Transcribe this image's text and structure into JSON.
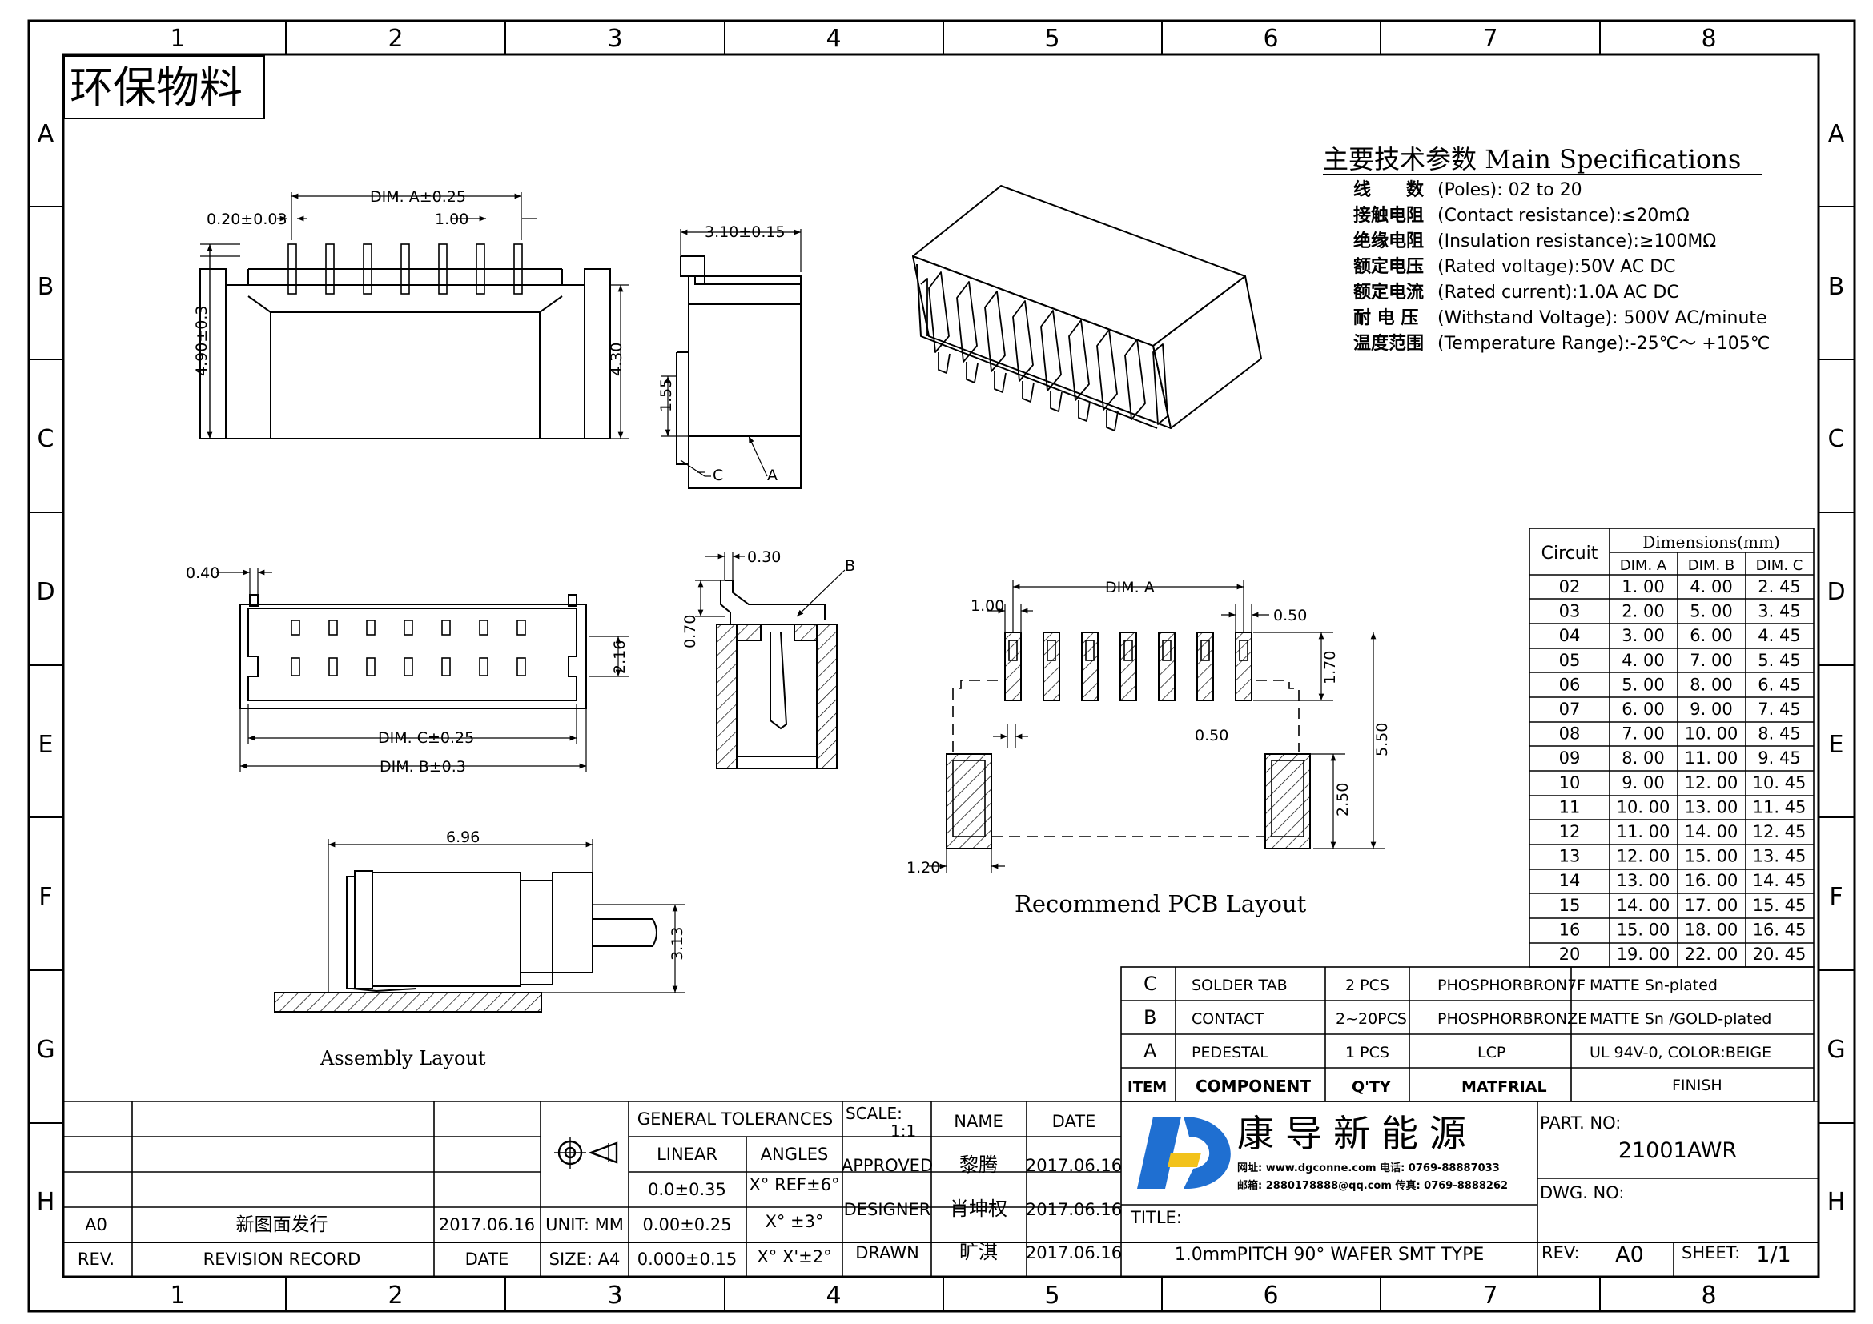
{
  "header": {
    "badge": "环保物料",
    "col_labels": [
      "1",
      "2",
      "3",
      "4",
      "5",
      "6",
      "7",
      "8"
    ],
    "row_labels": [
      "A",
      "B",
      "C",
      "D",
      "E",
      "F",
      "G",
      "H"
    ]
  },
  "specs": {
    "title": "主要技术参数 Main Specifications",
    "items": [
      {
        "cn": "线　　数",
        "en": "(Poles): 02 to 20"
      },
      {
        "cn": "接触电阻",
        "en": "(Contact resistance):≤20mΩ"
      },
      {
        "cn": "绝缘电阻",
        "en": "(Insulation resistance):≥100MΩ"
      },
      {
        "cn": "额定电压",
        "en": "(Rated voltage):50V AC DC"
      },
      {
        "cn": "额定电流",
        "en": "(Rated current):1.0A AC DC"
      },
      {
        "cn": "耐 电 压",
        "en": "(Withstand Voltage): 500V AC/minute"
      },
      {
        "cn": "温度范围",
        "en": "(Temperature Range):-25℃～ +105℃"
      }
    ]
  },
  "dimensions": {
    "circuit_label": "Circuit",
    "group_label": "Dimensions(mm)",
    "col_a": "DIM. A",
    "col_b": "DIM. B",
    "col_c": "DIM. C",
    "rows": [
      [
        "02",
        "1. 00",
        "4. 00",
        "2. 45"
      ],
      [
        "03",
        "2. 00",
        "5. 00",
        "3. 45"
      ],
      [
        "04",
        "3. 00",
        "6. 00",
        "4. 45"
      ],
      [
        "05",
        "4. 00",
        "7. 00",
        "5. 45"
      ],
      [
        "06",
        "5. 00",
        "8. 00",
        "6. 45"
      ],
      [
        "07",
        "6. 00",
        "9. 00",
        "7. 45"
      ],
      [
        "08",
        "7. 00",
        "10. 00",
        "8. 45"
      ],
      [
        "09",
        "8. 00",
        "11. 00",
        "9. 45"
      ],
      [
        "10",
        "9. 00",
        "12. 00",
        "10. 45"
      ],
      [
        "11",
        "10. 00",
        "13. 00",
        "11. 45"
      ],
      [
        "12",
        "11. 00",
        "14. 00",
        "12. 45"
      ],
      [
        "13",
        "12. 00",
        "15. 00",
        "13. 45"
      ],
      [
        "14",
        "13. 00",
        "16. 00",
        "14. 45"
      ],
      [
        "15",
        "14. 00",
        "17. 00",
        "15. 45"
      ],
      [
        "16",
        "15. 00",
        "18. 00",
        "16. 45"
      ],
      [
        "20",
        "19. 00",
        "22. 00",
        "20. 45"
      ]
    ]
  },
  "bom": {
    "rows": [
      {
        "item": "C",
        "component": "SOLDER TAB",
        "qty": "2 PCS",
        "material": "PHOSPHORBRON7F",
        "finish": "MATTE Sn-plated"
      },
      {
        "item": "B",
        "component": "CONTACT",
        "qty": "2~20PCS",
        "material": "PHOSPHORBRONZE",
        "finish": "MATTE Sn /GOLD-plated"
      },
      {
        "item": "A",
        "component": "PEDESTAL",
        "qty": "1 PCS",
        "material": "LCP",
        "finish": "UL 94V-0, COLOR:BEIGE"
      }
    ],
    "header": {
      "item": "ITEM",
      "component": "COMPONENT",
      "qty": "Q'TY",
      "material": "MATFRIAL",
      "finish": "FINISH"
    }
  },
  "labels": {
    "dim_a_tol": "DIM. A±0.25",
    "dim_c_tol": "DIM. C±0.25",
    "dim_b_tol": "DIM. B±0.3",
    "dim_a": "DIM. A",
    "d_020": "0.20±0.03",
    "d_100a": "1.00",
    "d_490": "4.90±0.3",
    "d_430": "4.30",
    "d_310": "3.10±0.15",
    "d_155": "1.55",
    "lbl_c": "C",
    "lbl_a": "A",
    "lbl_b": "B",
    "d_040": "0.40",
    "d_216": "2.16",
    "d_030": "0.30",
    "d_070": "0.70",
    "d_100b": "1.00",
    "d_050a": "0.50",
    "d_170": "1.70",
    "d_050b": "0.50",
    "d_550": "5.50",
    "d_250": "2.50",
    "d_120": "1.20",
    "d_696": "6.96",
    "d_313": "3.13",
    "pcb_caption": "Recommend PCB Layout",
    "assembly_caption": "Assembly Layout"
  },
  "title_block": {
    "general_tol": "GENERAL TOLERANCES",
    "linear": "LINEAR",
    "angles": "ANGLES",
    "lin1": "0.0±0.35",
    "lin2": "0.00±0.25",
    "lin3": "0.000±0.15",
    "ang1": "X° REF±6°",
    "ang2": "X° ±3°",
    "ang3": "X° X'±2°",
    "scale": "SCALE:",
    "scale_val": "1:1",
    "name": "NAME",
    "date": "DATE",
    "approved": "APPROVED",
    "approved_name": "黎腾",
    "approved_date": "2017.06.16",
    "designer": "DESIGNER",
    "designer_name": "肖坤权",
    "designer_date": "2017.06.16",
    "drawn": "DRAWN",
    "drawn_name": "旷淇",
    "drawn_date": "2017.06.16",
    "unit": "UNIT: MM",
    "size": "SIZE: A4",
    "rev_a0": "A0",
    "rev_record_text": "新图面发行",
    "rev_record_date": "2017.06.16",
    "rev_hdr": "REV.",
    "rev_record_hdr": "REVISION RECORD",
    "date_hdr": "DATE",
    "company": "康导新能源",
    "company_line1": "网址: www.dgconne.com  电话: 0769-88887033",
    "company_line2": "邮箱: 2880178888@qq.com  传真: 0769-8888262",
    "title_label": "TITLE:",
    "title_text": "1.0mmPITCH 90° WAFER SMT TYPE",
    "part_no_label": "PART. NO:",
    "part_no": "21001AWR",
    "dwg_no_label": "DWG. NO:",
    "rev_label": "REV:",
    "rev_value": "A0",
    "sheet_label": "SHEET:",
    "sheet_value": "1/1"
  },
  "colors": {
    "ink": "#000000",
    "logo_blue": "#1f6fd1",
    "logo_yellow": "#f2c21b"
  }
}
